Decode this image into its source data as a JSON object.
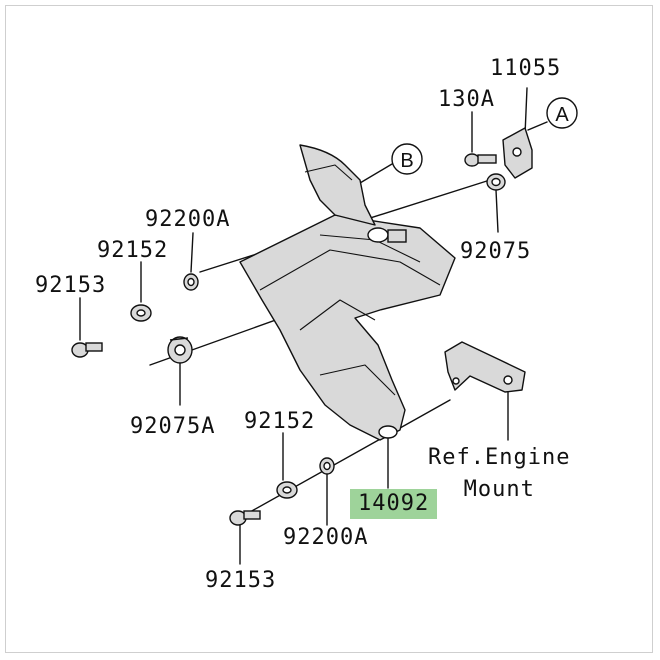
{
  "colors": {
    "highlight": "#9ed39a",
    "ink": "#111111",
    "part_fill": "#d9d9d9"
  },
  "callouts": {
    "a": "A",
    "b": "B"
  },
  "parts": {
    "p11055": "11055",
    "p130A": "130A",
    "p92075": "92075",
    "p92200A_top": "92200A",
    "p92152_top": "92152",
    "p92153_top": "92153",
    "p92075A": "92075A",
    "p92152_bottom": "92152",
    "p92200A_bottom": "92200A",
    "p92153_bottom": "92153",
    "p14092": "14092"
  },
  "reference": {
    "line1": "Ref.Engine",
    "line2": "Mount"
  }
}
